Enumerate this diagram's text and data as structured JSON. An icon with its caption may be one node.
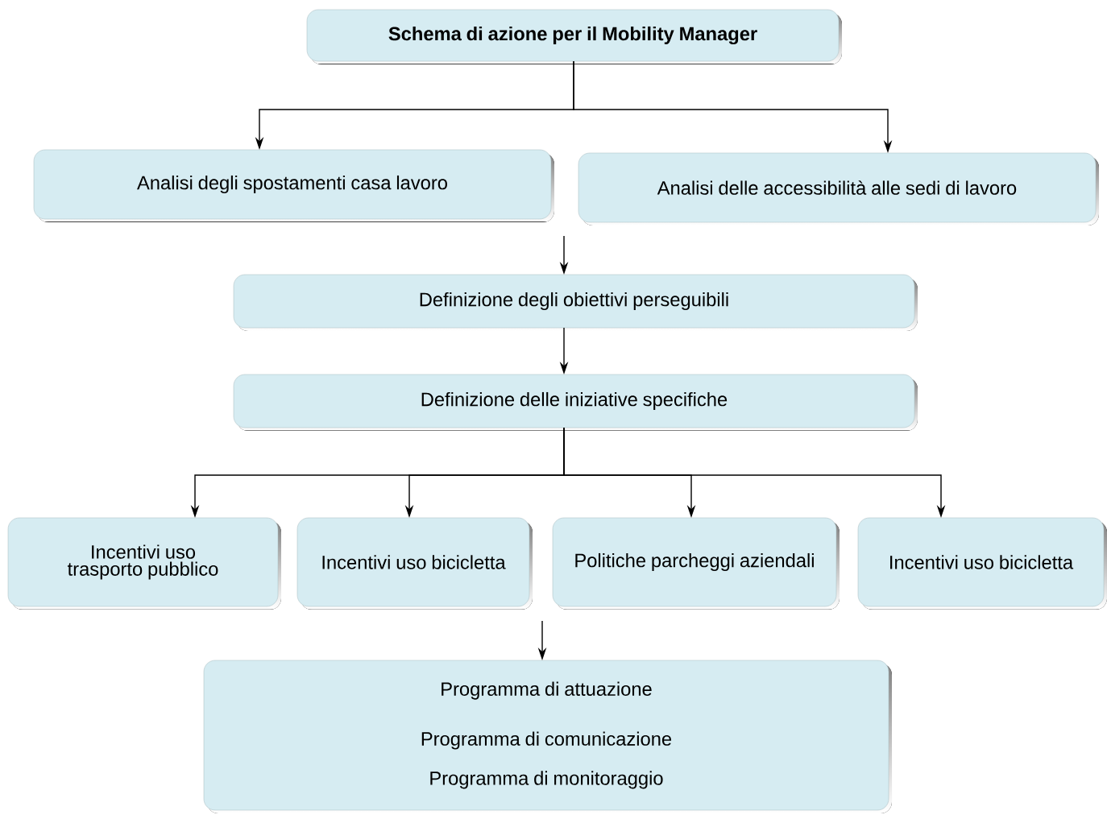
{
  "diagram": {
    "nodes": [
      {
        "text": [
          "Schema di azione per il Mobility Manager"
        ]
      },
      {
        "text": [
          "Analisi degli spostamenti casa lavoro"
        ]
      },
      {
        "text": [
          "Analisi delle accessibilità alle sedi di lavoro"
        ]
      },
      {
        "text": [
          "Definizione degli obiettivi perseguibili"
        ]
      },
      {
        "text": [
          "Definizione delle iniziative specifiche"
        ]
      },
      {
        "text": [
          "Incentivi uso trasporto pubblico"
        ]
      },
      {
        "text": [
          "Incentivi uso bicicletta"
        ]
      },
      {
        "text": [
          "Politiche parcheggi aziendali"
        ]
      },
      {
        "text": [
          "Incentivi uso bicicletta"
        ]
      },
      {
        "text": [
          "Programma di attuazione",
          "Programma di comunicazione",
          "Programma di monitoraggio"
        ]
      }
    ],
    "edges": [
      {
        "from": 0,
        "to": 1,
        "arrow": "to"
      },
      {
        "from": 0,
        "to": 2,
        "arrow": "to"
      },
      {
        "from": null,
        "to": 3,
        "arrow": "to"
      },
      {
        "from": 3,
        "to": 4,
        "arrow": "to"
      },
      {
        "from": 4,
        "to": 5,
        "arrow": "to"
      },
      {
        "from": 4,
        "to": 6,
        "arrow": "to"
      },
      {
        "from": 4,
        "to": 7,
        "arrow": "to"
      },
      {
        "from": 4,
        "to": 8,
        "arrow": "to"
      },
      {
        "from": null,
        "to": 9,
        "arrow": "to"
      }
    ]
  }
}
